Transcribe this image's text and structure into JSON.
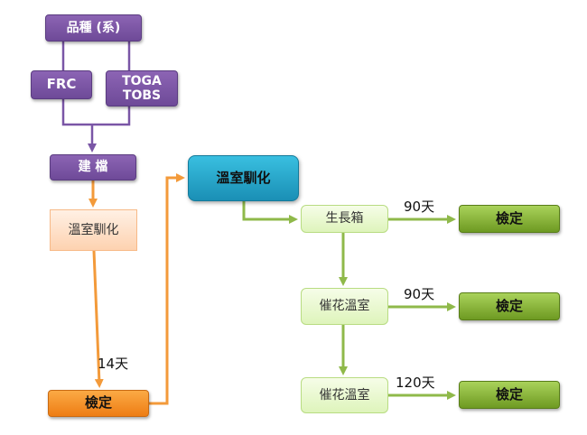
{
  "nodes": {
    "variety": "品種 (系)",
    "frc": "FRC",
    "toga_line1": "TOGA",
    "toga_line2": "TOBS",
    "build_file": "建 檔",
    "acclimation_1": "溫室馴化",
    "test_orange": "檢定",
    "acclimation_2": "溫室馴化",
    "growth_chamber": "生長箱",
    "forcing_greenhouse_1": "催花溫室",
    "forcing_greenhouse_2": "催花溫室",
    "test_green_1": "檢定",
    "test_green_2": "檢定",
    "test_green_3": "檢定"
  },
  "edge_labels": {
    "days_14": "14天",
    "days_90_a": "90天",
    "days_90_b": "90天",
    "days_120": "120天"
  },
  "colors": {
    "purple": "#7a56a6",
    "orange": "#f39a3a",
    "teal": "#2aa8cf",
    "green": "#8fb94a"
  }
}
